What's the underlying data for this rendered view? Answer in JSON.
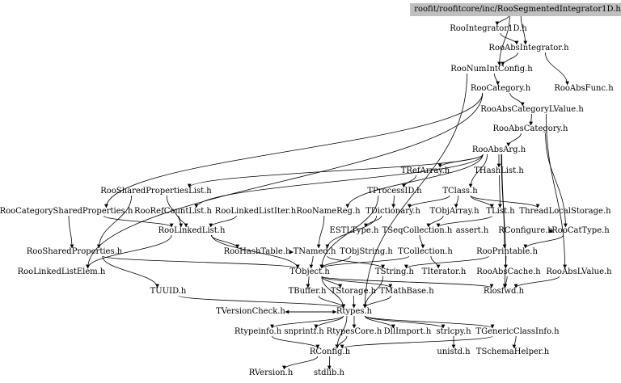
{
  "diagram": {
    "root": "roofit/roofitcore/inc/RooSegmentedIntegrator1D.h",
    "nodes": {
      "n0": "roofit/roofitcore/inc/RooSegmentedIntegrator1D.h",
      "n1": "RooIntegrator1D.h",
      "n2": "RooAbsIntegrator.h",
      "n3": "RooNumIntConfig.h",
      "n4": "RooAbsFunc.h",
      "n5": "RooCategory.h",
      "n6": "RooAbsCategoryLValue.h",
      "n7": "RooAbsCategory.h",
      "n8": "RooAbsArg.h",
      "n9": "TRefArray.h",
      "n10": "THashList.h",
      "n11": "RooSharedPropertiesList.h",
      "n12": "TProcessID.h",
      "n13": "TClass.h",
      "n14": "RooCategorySharedProperties.h",
      "n15": "RooRefCountList.h",
      "n16": "RooLinkedListIter.h",
      "n17": "RooNameReg.h",
      "n18": "TDictionary.h",
      "n19": "TObjArray.h",
      "n20": "TList.h",
      "n21": "ThreadLocalStorage.h",
      "n22": "RooLinkedList.h",
      "n23": "ESTLType.h",
      "n24": "TSeqCollection.h",
      "n25": "assert.h",
      "n26": "RConfigure.h",
      "n27": "RooCatType.h",
      "n28": "RooSharedProperties.h",
      "n29": "RooHashTable.h",
      "n30": "TNamed.h",
      "n31": "TObjString.h",
      "n32": "TCollection.h",
      "n33": "RooPrintable.h",
      "n34": "RooLinkedListElem.h",
      "n35": "TObject.h",
      "n36": "TString.h",
      "n37": "TIterator.h",
      "n38": "RooAbsCache.h",
      "n39": "RooAbsLValue.h",
      "n40": "TUUID.h",
      "n41": "TBuffer.h",
      "n42": "TStorage.h",
      "n43": "TMathBase.h",
      "n44": "Riosfwd.h",
      "n45": "TVersionCheck.h",
      "n46": "Rtypes.h",
      "n47": "Rtypeinfo.h",
      "n48": "snprintf.h",
      "n49": "RtypesCore.h",
      "n50": "DllImport.h",
      "n51": "strlcpy.h",
      "n52": "TGenericClassInfo.h",
      "n53": "RConfig.h",
      "n54": "unistd.h",
      "n55": "TSchemaHelper.h",
      "n56": "RVersion.h",
      "n57": "stdlib.h"
    },
    "edges": [
      [
        "n0",
        "n1"
      ],
      [
        "n0",
        "n2"
      ],
      [
        "n0",
        "n3"
      ],
      [
        "n1",
        "n2"
      ],
      [
        "n2",
        "n3"
      ],
      [
        "n2",
        "n4"
      ],
      [
        "n3",
        "n5"
      ],
      [
        "n3",
        "n46"
      ],
      [
        "n5",
        "n6"
      ],
      [
        "n5",
        "n14"
      ],
      [
        "n5",
        "n34"
      ],
      [
        "n6",
        "n7"
      ],
      [
        "n6",
        "n39"
      ],
      [
        "n7",
        "n8"
      ],
      [
        "n7",
        "n27"
      ],
      [
        "n8",
        "n9"
      ],
      [
        "n8",
        "n10"
      ],
      [
        "n8",
        "n11"
      ],
      [
        "n8",
        "n15"
      ],
      [
        "n8",
        "n17"
      ],
      [
        "n8",
        "n33"
      ],
      [
        "n8",
        "n38"
      ],
      [
        "n8",
        "n13"
      ],
      [
        "n9",
        "n12"
      ],
      [
        "n10",
        "n20"
      ],
      [
        "n11",
        "n28"
      ],
      [
        "n11",
        "n22"
      ],
      [
        "n12",
        "n18"
      ],
      [
        "n12",
        "n35"
      ],
      [
        "n13",
        "n18"
      ],
      [
        "n13",
        "n19"
      ],
      [
        "n13",
        "n20"
      ],
      [
        "n13",
        "n21"
      ],
      [
        "n14",
        "n28"
      ],
      [
        "n14",
        "n22"
      ],
      [
        "n15",
        "n22"
      ],
      [
        "n16",
        "n22"
      ],
      [
        "n17",
        "n30"
      ],
      [
        "n18",
        "n30"
      ],
      [
        "n18",
        "n23"
      ],
      [
        "n19",
        "n24"
      ],
      [
        "n20",
        "n24"
      ],
      [
        "n22",
        "n29"
      ],
      [
        "n22",
        "n34"
      ],
      [
        "n22",
        "n35"
      ],
      [
        "n27",
        "n26"
      ],
      [
        "n27",
        "n33"
      ],
      [
        "n28",
        "n35"
      ],
      [
        "n28",
        "n40"
      ],
      [
        "n29",
        "n30"
      ],
      [
        "n30",
        "n35"
      ],
      [
        "n30",
        "n36"
      ],
      [
        "n24",
        "n32"
      ],
      [
        "n31",
        "n35"
      ],
      [
        "n32",
        "n35"
      ],
      [
        "n32",
        "n37"
      ],
      [
        "n33",
        "n44"
      ],
      [
        "n33",
        "n36"
      ],
      [
        "n35",
        "n41"
      ],
      [
        "n35",
        "n42"
      ],
      [
        "n35",
        "n43"
      ],
      [
        "n35",
        "n44"
      ],
      [
        "n35",
        "n46"
      ],
      [
        "n36",
        "n46"
      ],
      [
        "n38",
        "n44"
      ],
      [
        "n39",
        "n44"
      ],
      [
        "n40",
        "n46"
      ],
      [
        "n41",
        "n46"
      ],
      [
        "n42",
        "n46"
      ],
      [
        "n43",
        "n46"
      ],
      [
        "n45",
        "n46"
      ],
      [
        "n46",
        "n47"
      ],
      [
        "n46",
        "n48"
      ],
      [
        "n46",
        "n49"
      ],
      [
        "n46",
        "n50"
      ],
      [
        "n46",
        "n51"
      ],
      [
        "n46",
        "n52"
      ],
      [
        "n46",
        "n53"
      ],
      [
        "n46",
        "n45"
      ],
      [
        "n47",
        "n53"
      ],
      [
        "n49",
        "n53"
      ],
      [
        "n51",
        "n54"
      ],
      [
        "n52",
        "n55"
      ],
      [
        "n52",
        "n53"
      ],
      [
        "n53",
        "n56"
      ],
      [
        "n53",
        "n57"
      ]
    ]
  }
}
